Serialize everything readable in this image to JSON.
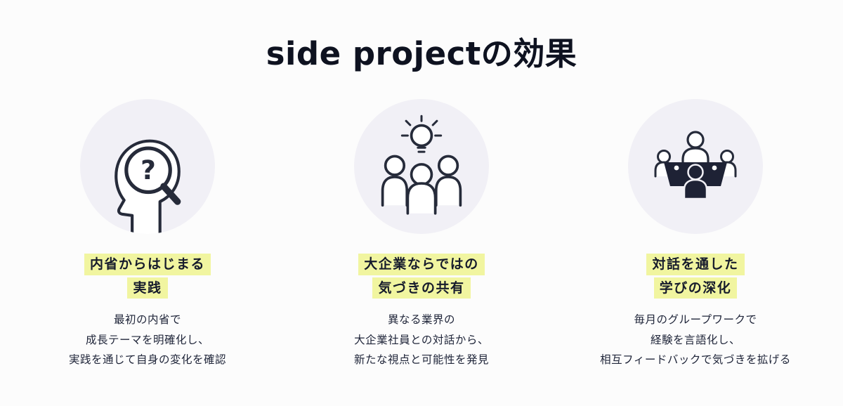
{
  "page": {
    "title": "side projectの効果",
    "background_color": "#fcfcfc"
  },
  "colors": {
    "highlight": "#f1f5a0",
    "text": "#1e2330",
    "circle_background": "#f1f0f6",
    "icon_stroke": "#262b3a",
    "table_fill": "#1e2235"
  },
  "icons": {
    "question_mark": "?"
  },
  "cards": [
    {
      "icon": "head-magnifier-icon",
      "heading_lines": [
        "内省からはじまる",
        "実践"
      ],
      "description_lines": [
        "最初の内省で",
        "成長テーマを明確化し、",
        "実践を通じて自身の変化を確認"
      ]
    },
    {
      "icon": "people-lightbulb-icon",
      "heading_lines": [
        "大企業ならではの",
        "気づきの共有"
      ],
      "description_lines": [
        "異なる業界の",
        "大企業社員との対話から、",
        "新たな視点と可能性を発見"
      ]
    },
    {
      "icon": "people-table-icon",
      "heading_lines": [
        "対話を通した",
        "学びの深化"
      ],
      "description_lines": [
        "毎月のグループワークで",
        "経験を言語化し、",
        "相互フィードバックで気づきを拡げる"
      ]
    }
  ]
}
